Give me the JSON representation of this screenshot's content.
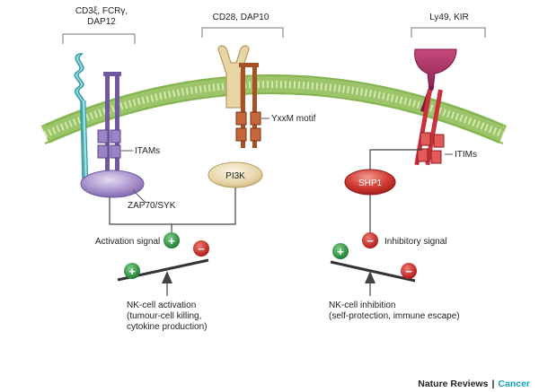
{
  "receptors": {
    "activating": {
      "label_line1": "CD3ξ, FCRγ,",
      "label_line2": "DAP12",
      "motif": "ITAMs",
      "kinase": "ZAP70/SYK"
    },
    "costim": {
      "label": "CD28, DAP10",
      "motif": "YxxM motif",
      "kinase": "PI3K"
    },
    "inhibitory": {
      "label": "Ly49, KIR",
      "motif": "ITIMs",
      "phosphatase": "SHP1"
    }
  },
  "signals": {
    "activation": "Activation signal",
    "inhibitory": "Inhibitory signal",
    "plus": "+",
    "minus": "−"
  },
  "outcomes": {
    "activation": {
      "line1": "NK-cell activation",
      "line2": "(tumour-cell killing,",
      "line3": "cytokine production)"
    },
    "inhibition": {
      "line1": "NK-cell inhibition",
      "line2": "(self-protection, immune escape)"
    }
  },
  "credit": {
    "journal": "Nature Reviews",
    "separator": "|",
    "section": "Cancer"
  },
  "colors": {
    "membrane": "#9cc46a",
    "membrane_light": "#d4e8b0",
    "itam_purple": "#8a6fb8",
    "pi3k_tan": "#e9d9b2",
    "shp1_red": "#d23b32",
    "plus_green": "#2a9a3e",
    "minus_red": "#d22a2a",
    "credit_teal": "#1aa0b8"
  }
}
